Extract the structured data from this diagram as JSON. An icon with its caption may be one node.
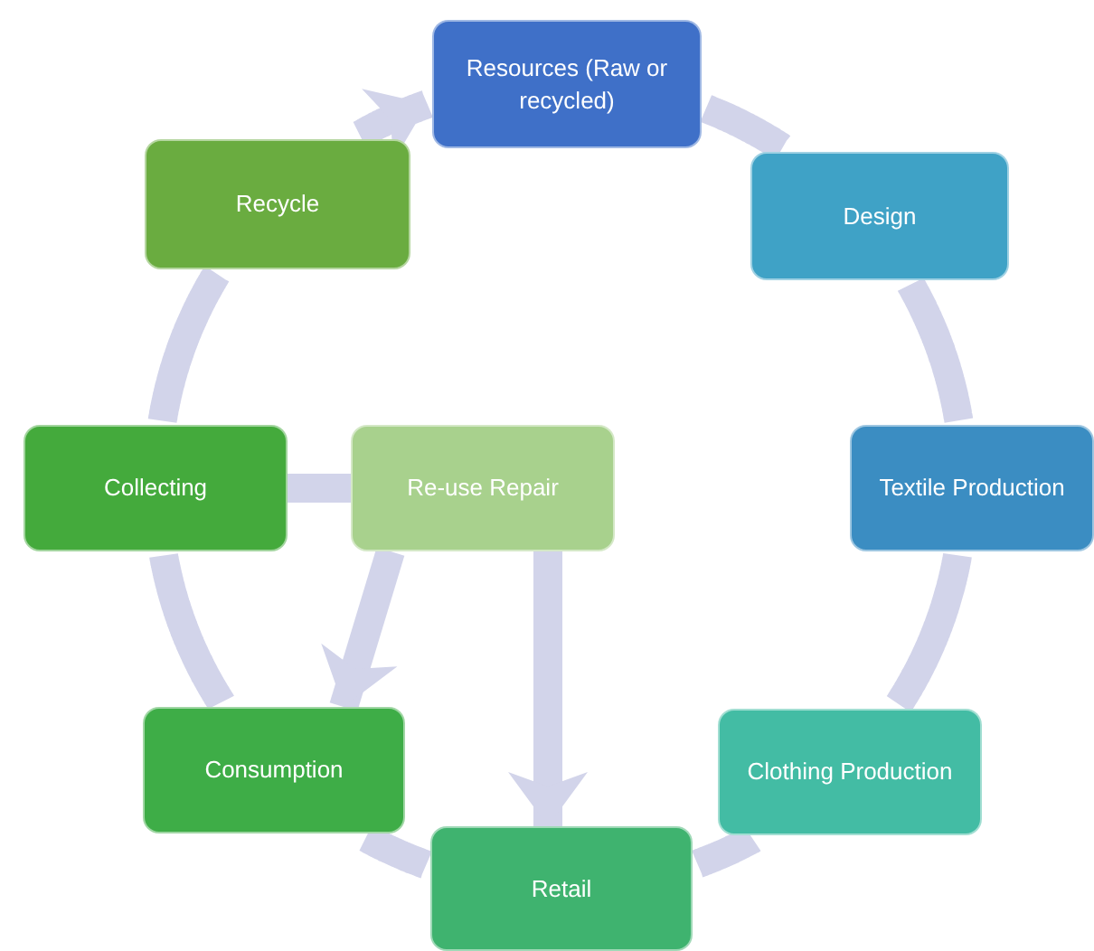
{
  "diagram": {
    "nodes": [
      {
        "text": [
          "Resources (Raw or recycled)"
        ]
      },
      {
        "text": [
          "Design"
        ]
      },
      {
        "text": [
          "Textile Production"
        ]
      },
      {
        "text": [
          "Clothing Production"
        ]
      },
      {
        "text": [
          "Retail"
        ]
      },
      {
        "text": [
          "Consumption"
        ]
      },
      {
        "text": [
          "Collecting"
        ]
      },
      {
        "text": [
          "Re-use Repair"
        ]
      },
      {
        "text": [
          "Recycle"
        ]
      }
    ],
    "edges": [
      {
        "from": 0,
        "to": 1,
        "arrow": "none"
      },
      {
        "from": 1,
        "to": 2,
        "arrow": "none"
      },
      {
        "from": 2,
        "to": 3,
        "arrow": "none"
      },
      {
        "from": 3,
        "to": 4,
        "arrow": "none"
      },
      {
        "from": 4,
        "to": 5,
        "arrow": "none"
      },
      {
        "from": 5,
        "to": 6,
        "arrow": "none"
      },
      {
        "from": 6,
        "to": 8,
        "arrow": "none"
      },
      {
        "from": 8,
        "to": 0,
        "arrow": "to"
      },
      {
        "from": 7,
        "to": 6,
        "arrow": "none"
      },
      {
        "from": 7,
        "to": 5,
        "arrow": "to"
      },
      {
        "from": 7,
        "to": 4,
        "arrow": "to"
      }
    ]
  }
}
